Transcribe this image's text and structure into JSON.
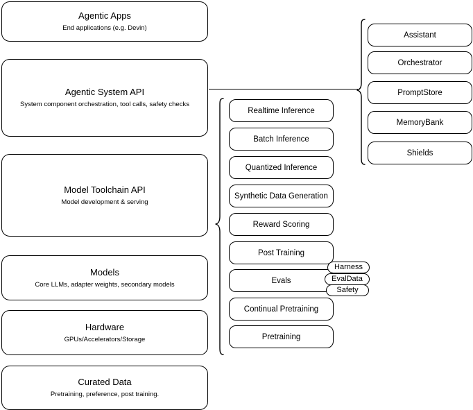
{
  "diagram": {
    "title": "AI stack layers diagram",
    "stroke_color": "#000000",
    "background_color": "#ffffff",
    "layers": [
      {
        "id": "agentic-apps",
        "title": "Agentic Apps",
        "subtitle": "End applications (e.g. Devin)"
      },
      {
        "id": "agentic-system-api",
        "title": "Agentic System API",
        "subtitle": "System component orchestration, tool calls, safety checks"
      },
      {
        "id": "model-toolchain-api",
        "title": "Model Toolchain API",
        "subtitle": "Model development & serving"
      },
      {
        "id": "models",
        "title": "Models",
        "subtitle": "Core LLMs, adapter weights, secondary models"
      },
      {
        "id": "hardware",
        "title": "Hardware",
        "subtitle": "GPUs/Accelerators/Storage"
      },
      {
        "id": "curated-data",
        "title": "Curated Data",
        "subtitle": "Pretraining, preference, post training."
      }
    ],
    "toolchain_components": [
      {
        "id": "realtime-inference",
        "label": "Realtime Inference"
      },
      {
        "id": "batch-inference",
        "label": "Batch Inference"
      },
      {
        "id": "quantized-inference",
        "label": "Quantized Inference"
      },
      {
        "id": "synthetic-data-generation",
        "label": "Synthetic Data Generation"
      },
      {
        "id": "reward-scoring",
        "label": "Reward Scoring"
      },
      {
        "id": "post-training",
        "label": "Post Training"
      },
      {
        "id": "evals",
        "label": "Evals"
      },
      {
        "id": "continual-pretraining",
        "label": "Continual Pretraining"
      },
      {
        "id": "pretraining",
        "label": "Pretraining"
      }
    ],
    "evals_subcomponents": [
      {
        "id": "harness",
        "label": "Harness"
      },
      {
        "id": "evaldata",
        "label": "EvalData"
      },
      {
        "id": "safety",
        "label": "Safety"
      }
    ],
    "agentic_system_components": [
      {
        "id": "assistant",
        "label": "Assistant"
      },
      {
        "id": "orchestrator",
        "label": "Orchestrator"
      },
      {
        "id": "promptstore",
        "label": "PromptStore"
      },
      {
        "id": "memorybank",
        "label": "MemoryBank"
      },
      {
        "id": "shields",
        "label": "Shields"
      }
    ]
  }
}
